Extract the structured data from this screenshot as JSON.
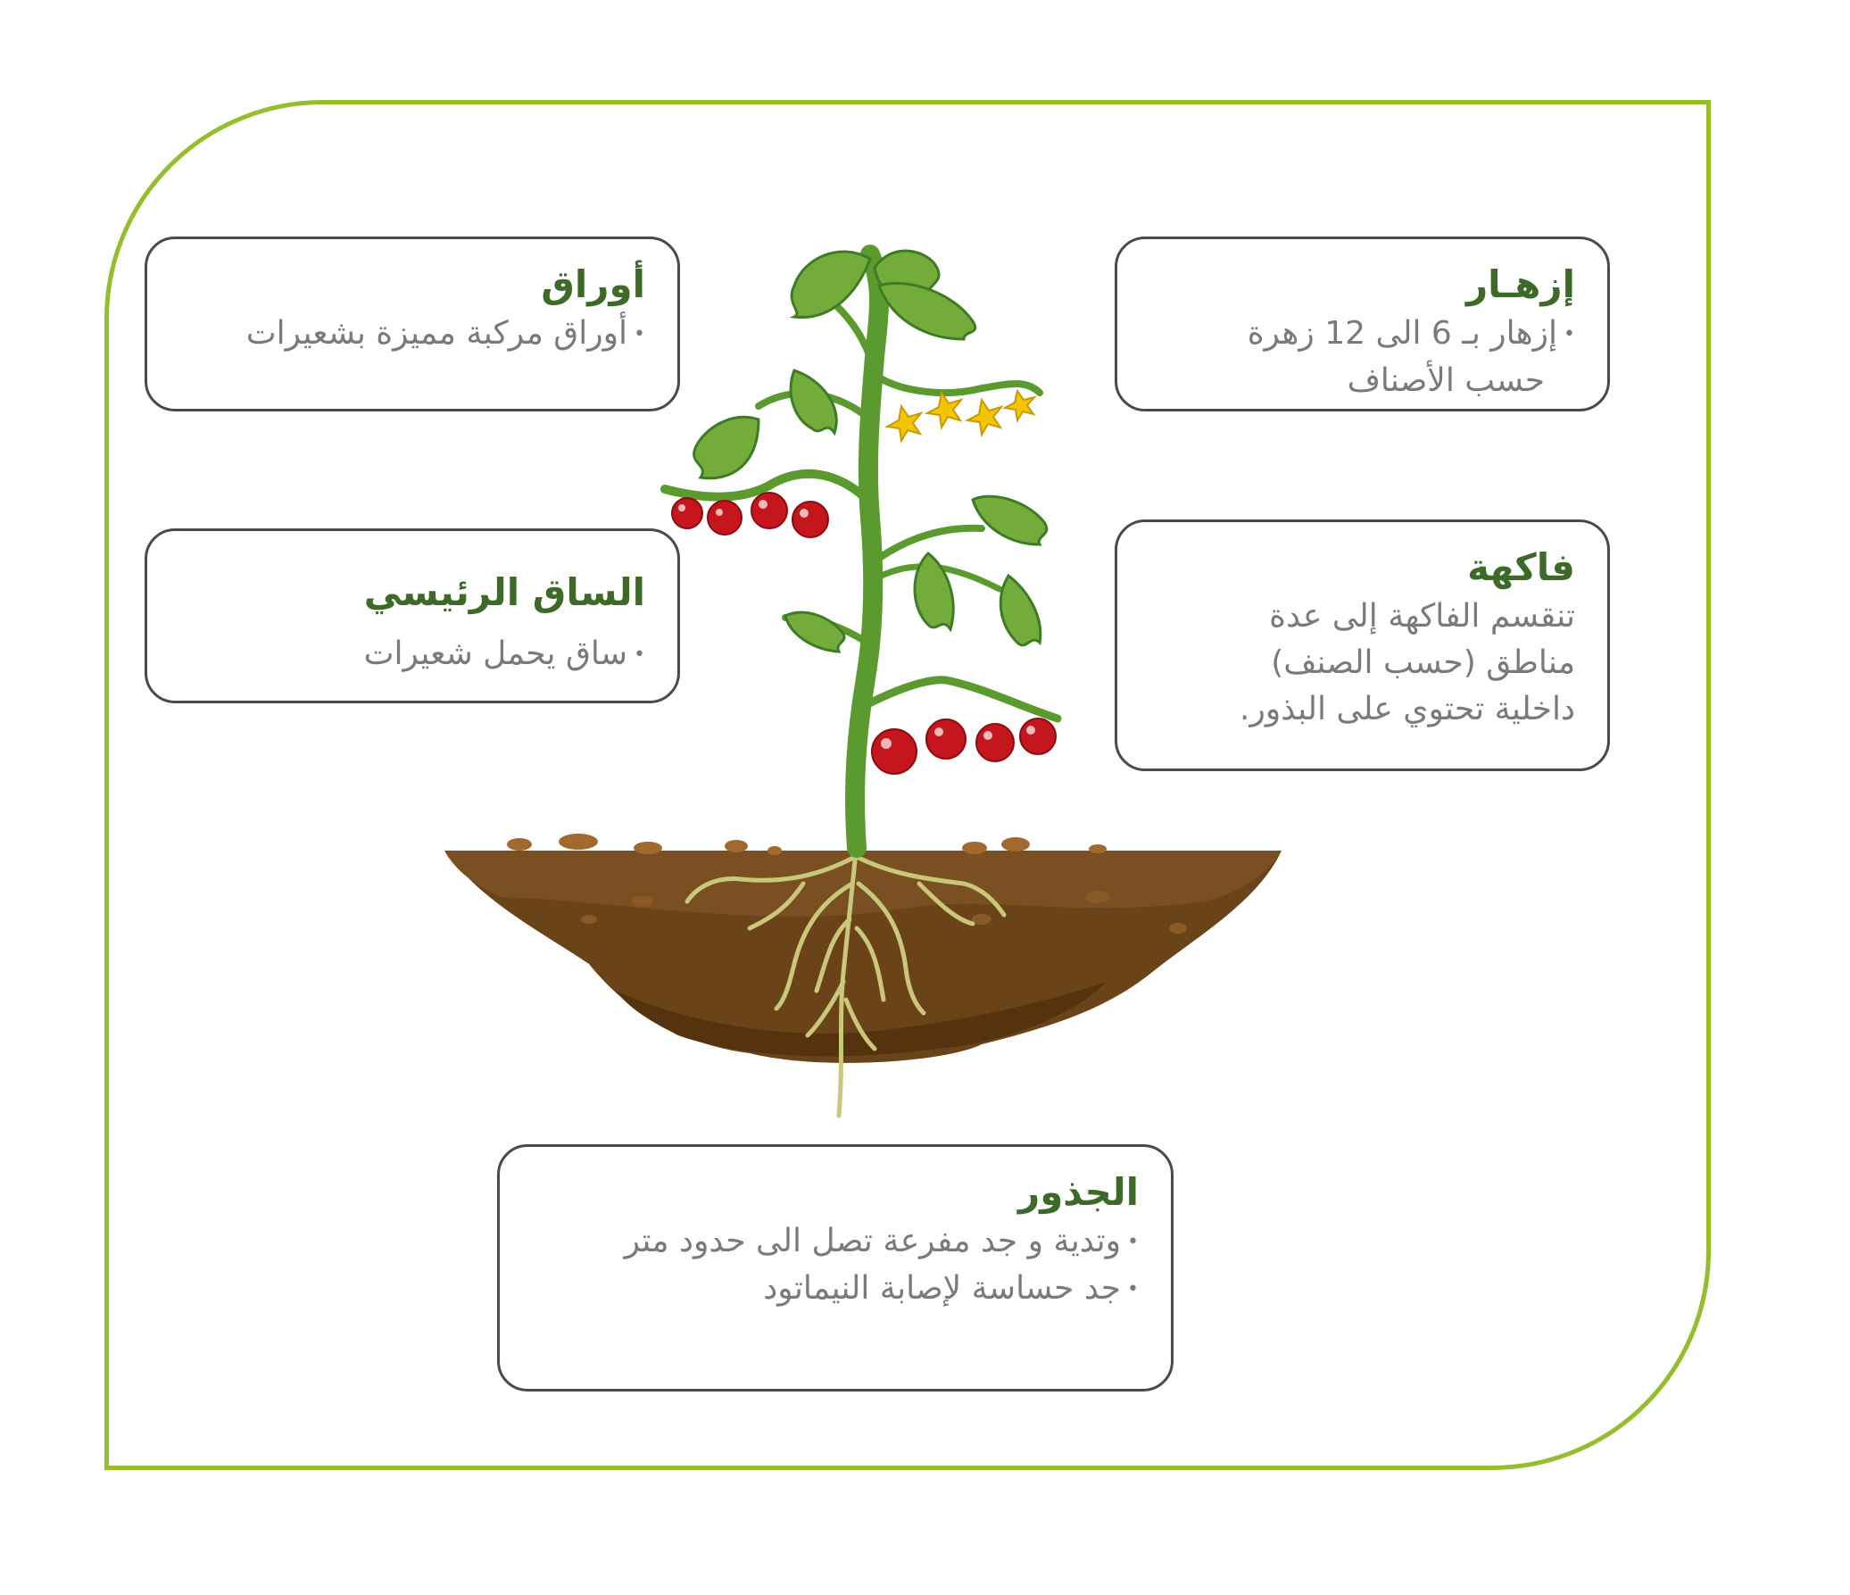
{
  "cards": {
    "leaves": {
      "title": "أوراق",
      "lines": [
        "أوراق مركبة مميزة بشعيرات"
      ]
    },
    "flowering": {
      "title": "إزهـار",
      "lines": [
        "إزهار بـ 6 الى 12 زهرة",
        "حسب الأصناف"
      ]
    },
    "stem": {
      "title": "الساق الرئيسي",
      "lines": [
        "ساق يحمل شعيرات"
      ]
    },
    "fruit": {
      "title": "فاكهة",
      "lines": [
        "تنقسم الفاكهة إلى عدة",
        "مناطق (حسب الصنف)",
        "داخلية تحتوي على البذور."
      ]
    },
    "roots": {
      "title": "الجذور",
      "lines": [
        "وتدية و جد مفرعة تصل الى حدود متر",
        "جد حساسة لإصابة النيماتود"
      ]
    }
  },
  "colors": {
    "frame": "#96bd2b",
    "title": "#3d6a28",
    "text": "#7a7a7a",
    "card_border": "#4a4a4a",
    "soil": "#6b4318",
    "stem": "#5a9a2e",
    "leaf": "#74ac3c",
    "tomato": "#c4161c",
    "flower": "#f5c400",
    "root": "#c9c87a"
  }
}
